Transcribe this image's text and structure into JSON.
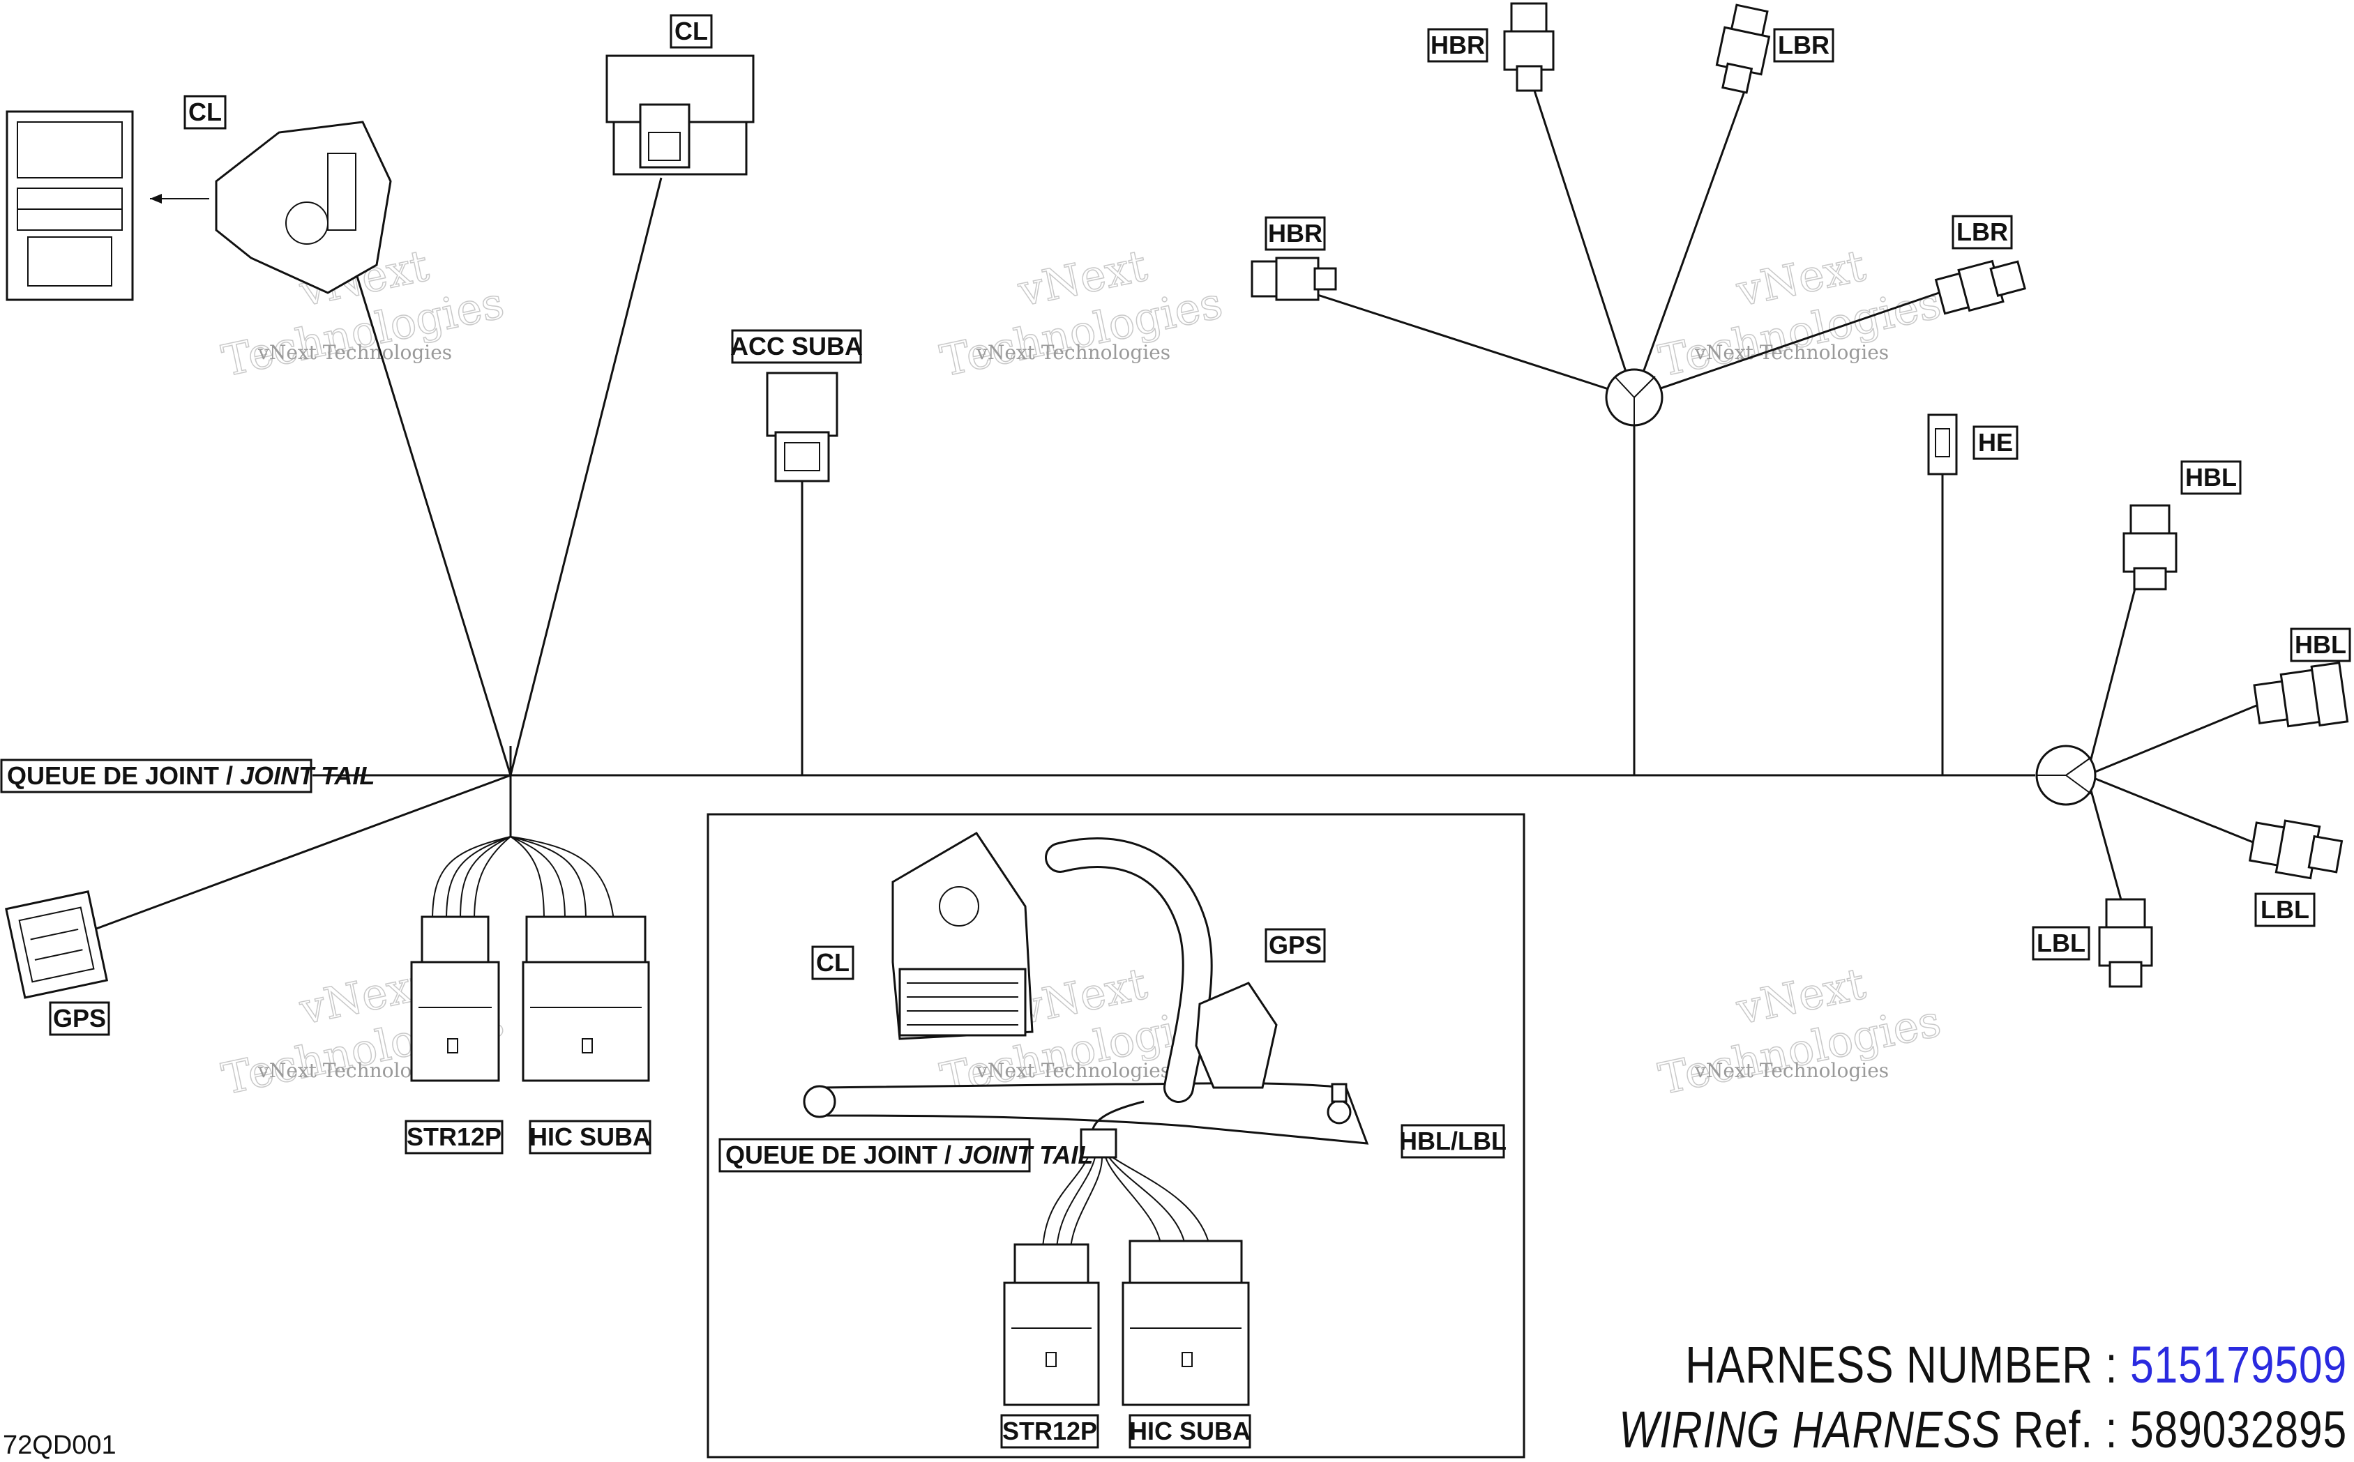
{
  "watermark": {
    "line1": "vNext",
    "line2": "Technologies",
    "small": "vNext Technologies"
  },
  "labels": {
    "cl_top_left": "CL",
    "cl_top": "CL",
    "acc_suba": "ACC SUBA",
    "hbr_top": "HBR",
    "lbr_top": "LBR",
    "hbr_left": "HBR",
    "lbr_right": "LBR",
    "he": "HE",
    "hbl_top": "HBL",
    "hbl_right": "HBL",
    "lbl_right": "LBL",
    "lbl_bottom": "LBL",
    "gps_left": "GPS",
    "str12p": "STR12P",
    "hic_suba": "HIC SUBA",
    "inset_cl": "CL",
    "inset_gps": "GPS",
    "inset_hbl_lbl": "HBL/LBL",
    "inset_str12p": "STR12P",
    "inset_hic_suba": "HIC SUBA"
  },
  "joint_tail": {
    "fr": "QUEUE DE JOINT / ",
    "en": "JOINT TAIL"
  },
  "inset_joint_tail": {
    "fr": "QUEUE DE JOINT / ",
    "en": "JOINT TAIL"
  },
  "footer": {
    "harness_label": "HARNESS NUMBER : ",
    "harness_number": "515179509",
    "wiring_label": "WIRING HARNESS",
    "ref_label": " Ref. : ",
    "ref_number": "589032895",
    "figure_code": "72QD001"
  },
  "colors": {
    "harness_number": "#2a2adf",
    "ink": "#111111"
  }
}
